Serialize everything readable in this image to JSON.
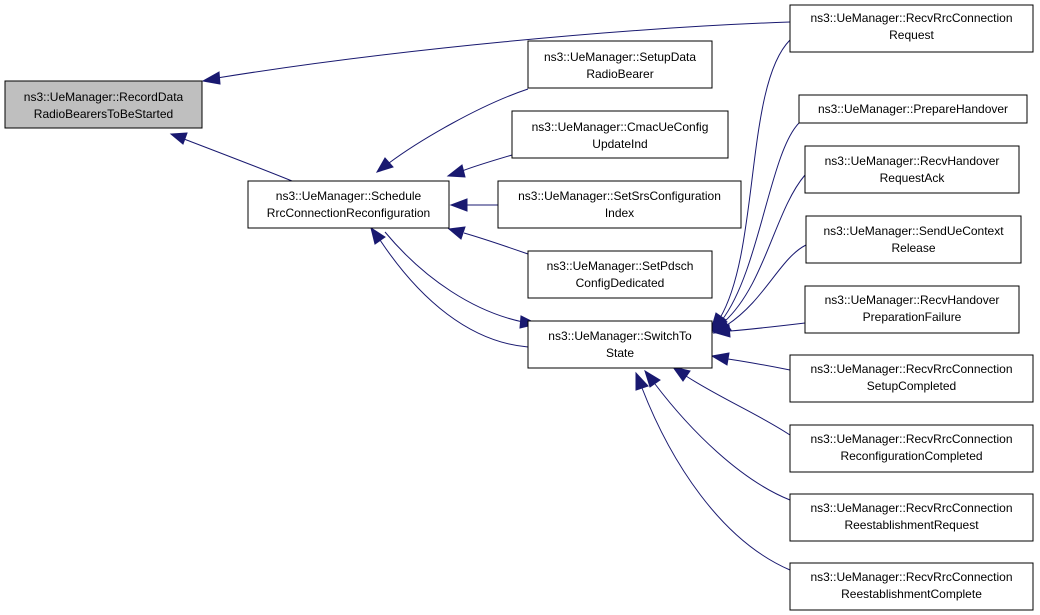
{
  "colors": {
    "edge": "#191970",
    "highlight_fill": "#bfbfbf",
    "node_fill": "#ffffff",
    "node_border": "#000000"
  },
  "nodes": {
    "record": {
      "line1": "ns3::UeManager::RecordData",
      "line2": "RadioBearersToBeStarted"
    },
    "schedule": {
      "line1": "ns3::UeManager::Schedule",
      "line2": "RrcConnectionReconfiguration"
    },
    "switch": {
      "line1": "ns3::UeManager::SwitchTo",
      "line2": "State"
    },
    "setupdata": {
      "line1": "ns3::UeManager::SetupData",
      "line2": "RadioBearer"
    },
    "cmac": {
      "line1": "ns3::UeManager::CmacUeConfig",
      "line2": "UpdateInd"
    },
    "setsrs": {
      "line1": "ns3::UeManager::SetSrsConfiguration",
      "line2": "Index"
    },
    "setpdsch": {
      "line1": "ns3::UeManager::SetPdsch",
      "line2": "ConfigDedicated"
    },
    "recvreq": {
      "line1": "ns3::UeManager::RecvRrcConnection",
      "line2": "Request"
    },
    "prepho": {
      "line1": "ns3::UeManager::PrepareHandover"
    },
    "recvhoack": {
      "line1": "ns3::UeManager::RecvHandover",
      "line2": "RequestAck"
    },
    "sendctx": {
      "line1": "ns3::UeManager::SendUeContext",
      "line2": "Release"
    },
    "recvhofail": {
      "line1": "ns3::UeManager::RecvHandover",
      "line2": "PreparationFailure"
    },
    "recvsetup": {
      "line1": "ns3::UeManager::RecvRrcConnection",
      "line2": "SetupCompleted"
    },
    "recvreconf": {
      "line1": "ns3::UeManager::RecvRrcConnection",
      "line2": "ReconfigurationCompleted"
    },
    "recvreestreq": {
      "line1": "ns3::UeManager::RecvRrcConnection",
      "line2": "ReestablishmentRequest"
    },
    "recvreestcomp": {
      "line1": "ns3::UeManager::RecvRrcConnection",
      "line2": "ReestablishmentComplete"
    }
  },
  "edges": [
    {
      "from": "recvreq",
      "to": "record"
    },
    {
      "from": "schedule",
      "to": "record"
    },
    {
      "from": "setupdata",
      "to": "schedule"
    },
    {
      "from": "cmac",
      "to": "schedule"
    },
    {
      "from": "setsrs",
      "to": "schedule"
    },
    {
      "from": "setpdsch",
      "to": "schedule"
    },
    {
      "from": "switch",
      "to": "schedule"
    },
    {
      "from": "schedule",
      "to": "switch"
    },
    {
      "from": "recvreq",
      "to": "switch"
    },
    {
      "from": "prepho",
      "to": "switch"
    },
    {
      "from": "recvhoack",
      "to": "switch"
    },
    {
      "from": "sendctx",
      "to": "switch"
    },
    {
      "from": "recvhofail",
      "to": "switch"
    },
    {
      "from": "recvsetup",
      "to": "switch"
    },
    {
      "from": "recvreconf",
      "to": "switch"
    },
    {
      "from": "recvreestreq",
      "to": "switch"
    },
    {
      "from": "recvreestcomp",
      "to": "switch"
    }
  ]
}
